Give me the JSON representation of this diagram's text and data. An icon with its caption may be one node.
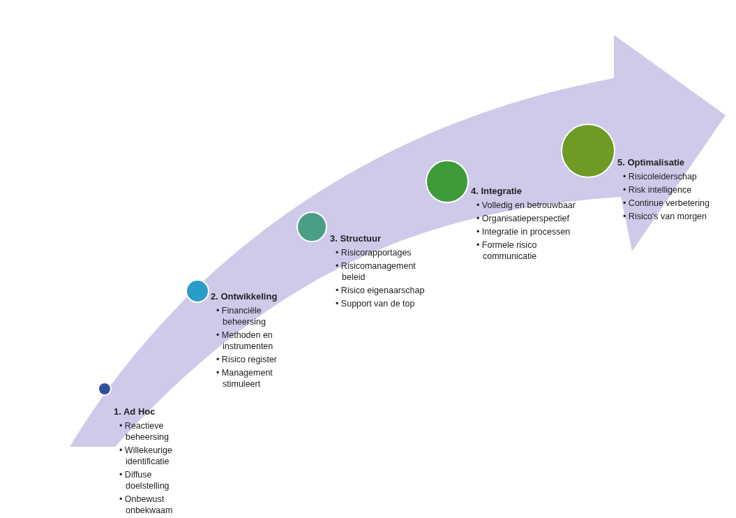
{
  "diagram": {
    "nodes": [
      {
        "text": [],
        "shape": "circle",
        "beside": [
          "1. Ad Hoc",
          "• Reactieve beheersing",
          "• Willekeurige identificatie",
          "• Diffuse doelstelling",
          "• Onbewust onbekwaam"
        ]
      },
      {
        "text": [],
        "shape": "circle",
        "beside": [
          "2. Ontwikkeling",
          "• Financiële beheersing",
          "• Methoden en instrumenten",
          "• Risico register",
          "• Management stimuleert"
        ]
      },
      {
        "text": [],
        "shape": "circle",
        "beside": [
          "3. Structuur",
          "• Risicorapportages",
          "• Risicomanagement beleid",
          "• Risico eigenaarschap",
          "• Support van de top"
        ]
      },
      {
        "text": [],
        "shape": "circle",
        "beside": [
          "4. Integratie",
          "• Volledig en betrouwbaar",
          "• Organisatieperspectief",
          "• Integratie in processen",
          "• Formele risico communicatie"
        ]
      },
      {
        "text": [],
        "shape": "circle",
        "beside": [
          "5. Optimalisatie",
          "• Risicoleiderschap",
          "• Risk intelligence",
          "• Continue verbetering",
          "• Risico's van morgen"
        ]
      }
    ]
  }
}
